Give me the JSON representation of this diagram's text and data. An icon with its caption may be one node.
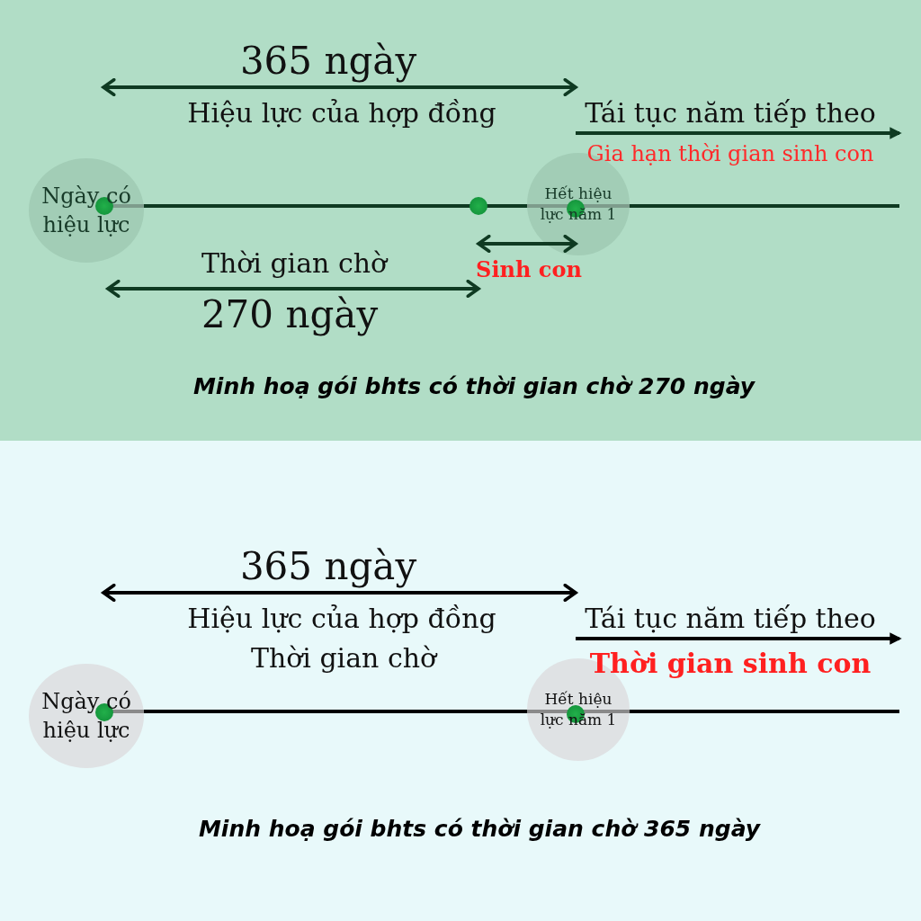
{
  "diagram": {
    "nodes": [
      {
        "text": [
          "Ngày có hiệu lực"
        ]
      },
      {
        "text": [
          "Hết hiệu lực năm 1"
        ]
      },
      {
        "text": [
          "Ngày có hiệu lực"
        ]
      },
      {
        "text": [
          "Hết hiệu lực năm 1"
        ]
      }
    ],
    "edges": [
      {
        "from": 0,
        "to": 1,
        "arrow": "none"
      },
      {
        "from": 2,
        "to": 3,
        "arrow": "none"
      }
    ],
    "labels": [
      "365 ngày",
      "Hiệu lực của hợp đồng",
      "Tái tục năm tiếp theo",
      "Gia hạn thời gian sinh con",
      "Thời gian chờ",
      "Sinh con",
      "270 ngày",
      "Minh hoạ gói bhts có thời gian chờ 270 ngày",
      "365 ngày",
      "Hiệu lực của hợp đồng",
      "Tái tục năm tiếp theo",
      "Thời gian chờ",
      "Thời gian sinh con",
      "Minh hoạ gói bhts có thời gian chờ 365 ngày"
    ]
  }
}
